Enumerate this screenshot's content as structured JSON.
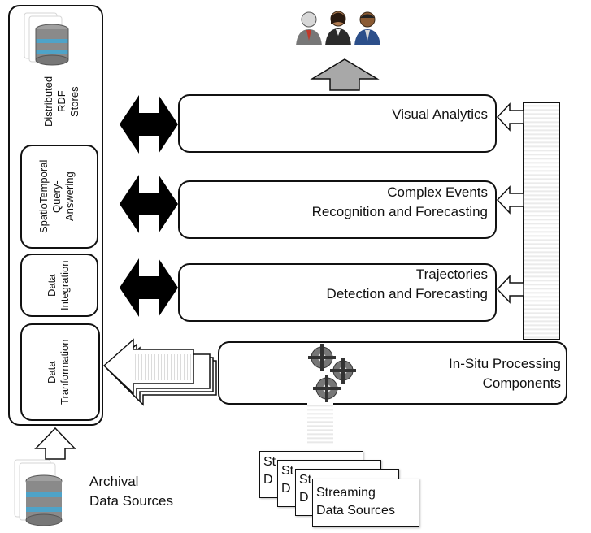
{
  "left_column": {
    "stores_label": "Distributed\nRDF\nStores",
    "query_label": "SpatioTemporal\nQuery-\nAnswering",
    "integration_label": "Data\nIntegration",
    "transformation_label": "Data\nTranformation"
  },
  "panels": {
    "visual_analytics": "Visual Analytics",
    "complex_events": "Complex Events\nRecognition and Forecasting",
    "trajectories": "Trajectories\nDetection and Forecasting",
    "insitu": "In-Situ Processing\nComponents"
  },
  "archival": {
    "label": "Archival\nData Sources"
  },
  "streaming": {
    "doc_fragment": "St\nD",
    "label": "Streaming\nData Sources"
  },
  "icons": {
    "users": "users-icon",
    "database": "database-icon",
    "gears": "gears-icon"
  },
  "colors": {
    "outline": "#111111",
    "arrow_gray": "#a8a8a8",
    "db_gray": "#8a8a8a",
    "db_band": "#4fa3c8"
  }
}
